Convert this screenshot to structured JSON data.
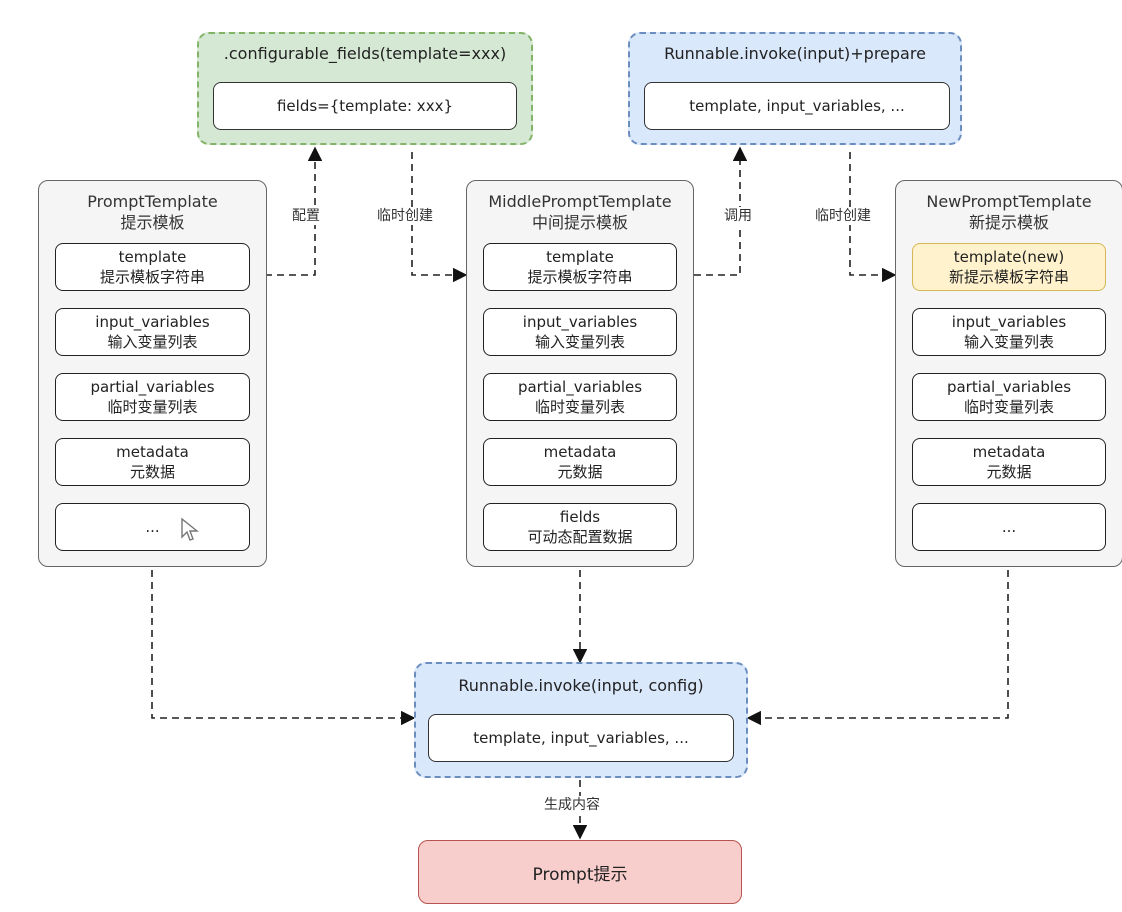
{
  "config_group": {
    "title": ".configurable_fields(template=xxx)",
    "inner": "fields={template: xxx}"
  },
  "prepare_group": {
    "title": "Runnable.invoke(input)+prepare",
    "inner": "template, input_variables, ..."
  },
  "invoke_group": {
    "title": "Runnable.invoke(input, config)",
    "inner": "template, input_variables, ..."
  },
  "prompt_template": {
    "title": "PromptTemplate",
    "subtitle": "提示模板",
    "fields": [
      {
        "line1": "template",
        "line2": "提示模板字符串"
      },
      {
        "line1": "input_variables",
        "line2": "输入变量列表"
      },
      {
        "line1": "partial_variables",
        "line2": "临时变量列表"
      },
      {
        "line1": "metadata",
        "line2": "元数据"
      },
      {
        "line1": "...",
        "line2": ""
      }
    ]
  },
  "middle_template": {
    "title": "MiddlePromptTemplate",
    "subtitle": "中间提示模板",
    "fields": [
      {
        "line1": "template",
        "line2": "提示模板字符串"
      },
      {
        "line1": "input_variables",
        "line2": "输入变量列表"
      },
      {
        "line1": "partial_variables",
        "line2": "临时变量列表"
      },
      {
        "line1": "metadata",
        "line2": "元数据"
      },
      {
        "line1": "fields",
        "line2": "可动态配置数据"
      }
    ]
  },
  "new_template": {
    "title": "NewPromptTemplate",
    "subtitle": "新提示模板",
    "fields": [
      {
        "line1": "template(new)",
        "line2": "新提示模板字符串"
      },
      {
        "line1": "input_variables",
        "line2": "输入变量列表"
      },
      {
        "line1": "partial_variables",
        "line2": "临时变量列表"
      },
      {
        "line1": "metadata",
        "line2": "元数据"
      },
      {
        "line1": "...",
        "line2": ""
      }
    ]
  },
  "edge_labels": {
    "configure": "配置",
    "temp_create_1": "临时创建",
    "call": "调用",
    "temp_create_2": "临时创建",
    "generate": "生成内容"
  },
  "result": {
    "label": "Prompt提示"
  },
  "colors": {
    "green_fill": "#d5e8d4",
    "green_border": "#82b366",
    "blue_fill": "#dae8fc",
    "blue_border": "#6c8ebf",
    "panel_fill": "#f5f5f5",
    "highlight_fill": "#fff2cc",
    "result_fill": "#f8cecc",
    "result_border": "#b85450"
  }
}
